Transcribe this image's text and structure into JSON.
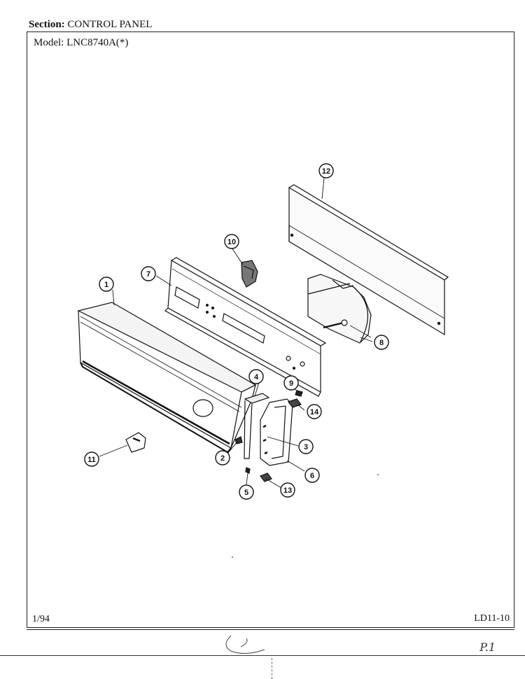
{
  "header": {
    "section_label": "Section:",
    "section_value": "CONTROL PANEL",
    "model_label": "Model:",
    "model_value": "LNC8740A(*)"
  },
  "footer": {
    "date_code": "1/94",
    "page_code": "LD11-10"
  },
  "handwritten_note": "P.1",
  "callouts": [
    {
      "id": "1",
      "label": "1"
    },
    {
      "id": "2",
      "label": "2"
    },
    {
      "id": "3",
      "label": "3"
    },
    {
      "id": "4",
      "label": "4"
    },
    {
      "id": "5",
      "label": "5"
    },
    {
      "id": "6",
      "label": "6"
    },
    {
      "id": "7",
      "label": "7"
    },
    {
      "id": "8",
      "label": "8"
    },
    {
      "id": "9",
      "label": "9"
    },
    {
      "id": "10",
      "label": "10"
    },
    {
      "id": "11",
      "label": "11"
    },
    {
      "id": "12",
      "label": "12"
    },
    {
      "id": "13",
      "label": "13"
    },
    {
      "id": "14",
      "label": "14"
    }
  ]
}
